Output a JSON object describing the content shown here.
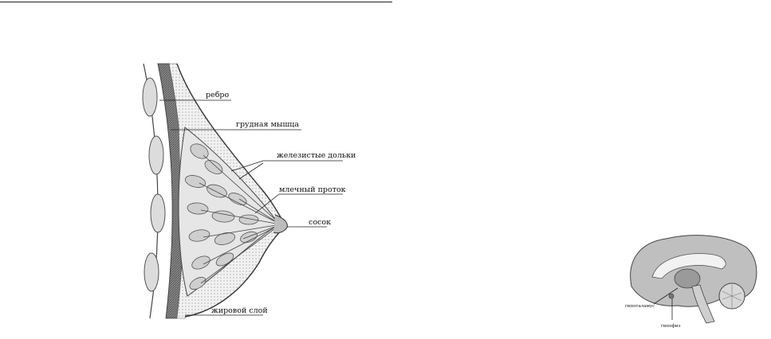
{
  "breast_diagram": {
    "labels": [
      {
        "id": "rib",
        "text": "ребро"
      },
      {
        "id": "pectoral",
        "text": "грудная мышца"
      },
      {
        "id": "lobules",
        "text": "железистые дольки"
      },
      {
        "id": "duct",
        "text": "млечный проток"
      },
      {
        "id": "nipple",
        "text": "сосок"
      },
      {
        "id": "fat",
        "text": "жировой слой"
      }
    ]
  },
  "brain_diagram": {
    "labels": [
      {
        "id": "hypothalamus",
        "text": "гипоталамус"
      },
      {
        "id": "pituitary",
        "text": "гипофиз"
      }
    ]
  }
}
